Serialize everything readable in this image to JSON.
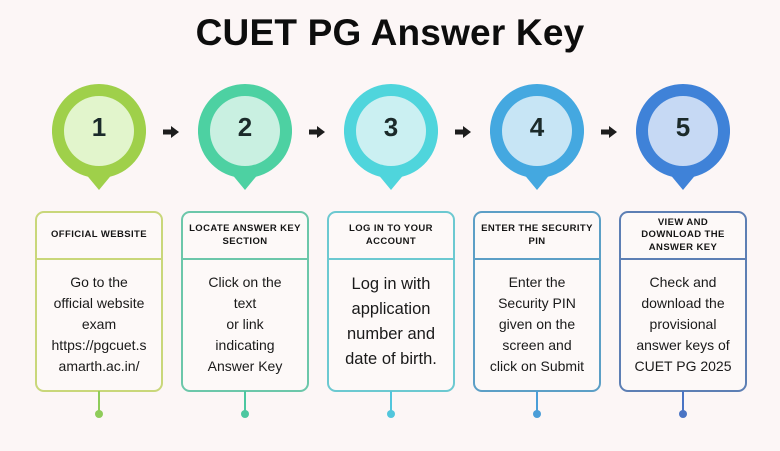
{
  "title": "CUET PG Answer Key",
  "steps": [
    {
      "number": "1",
      "heading": "OFFICIAL WEBSITE",
      "description": "Go to the\nofficial website\nexam\nhttps://pgcuet.s\namarth.ac.in/",
      "colors": {
        "outer": "#9fd04a",
        "inner": "#e2f5cc",
        "border": "#c9d77a",
        "accent": "#8fcc5a"
      }
    },
    {
      "number": "2",
      "heading": "LOCATE  ANSWER KEY SECTION",
      "description": "Click on the\ntext\nor link\nindicating\nAnswer Key",
      "colors": {
        "outer": "#4dd1a2",
        "inner": "#c9f0e1",
        "border": "#6cc7aa",
        "accent": "#4cc7a0"
      }
    },
    {
      "number": "3",
      "heading": "LOG IN TO YOUR ACCOUNT",
      "description": "Log in with\napplication\nnumber and\ndate of birth.",
      "colors": {
        "outer": "#4fd5dc",
        "inner": "#cbf0f2",
        "border": "#6cc9d1",
        "accent": "#52c6dc"
      }
    },
    {
      "number": "4",
      "heading": "ENTER THE SECURITY PIN",
      "description": "Enter the\nSecurity PIN\ngiven on the\nscreen and\nclick on Submit",
      "colors": {
        "outer": "#44a8e0",
        "inner": "#c7e5f5",
        "border": "#5c9fc6",
        "accent": "#4b9ed8"
      }
    },
    {
      "number": "5",
      "heading": "VIEW AND DOWNLOAD THE ANSWER KEY",
      "description": "Check and\ndownload the\nprovisional\nanswer keys of\nCUET PG 2025",
      "colors": {
        "outer": "#3f82d8",
        "inner": "#c6d9f4",
        "border": "#5d7fb4",
        "accent": "#4a74c4"
      }
    }
  ],
  "arrow_icon": "right-arrow-icon",
  "arrow_color": "#1d1d1d"
}
